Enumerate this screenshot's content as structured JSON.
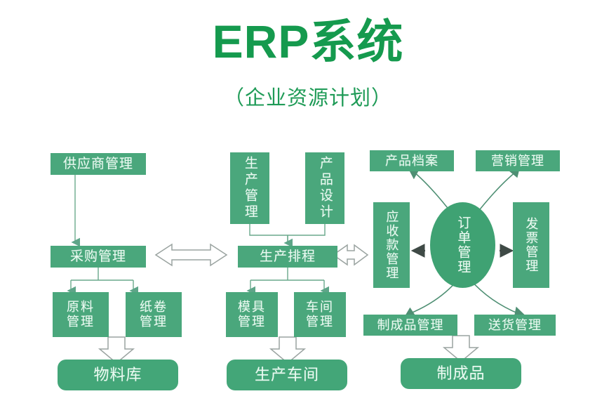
{
  "header": {
    "title": "ERP系统",
    "subtitle": "（企业资源计划）"
  },
  "colors": {
    "title_green": "#159a4e",
    "box_green": "#4aa77c",
    "box_rounded_green": "#43a678",
    "oval_green": "#3fa273",
    "line_gray_green": "#6aa98c",
    "arrow_outline": "#9aa3a0",
    "box_text": "#eafaf1",
    "background": "#ffffff"
  },
  "diagram": {
    "type": "flowchart",
    "columns": [
      {
        "name": "procurement-column",
        "nodes": [
          {
            "id": "supplier-management",
            "label": "供应商管理",
            "shape": "rect",
            "orientation": "horizontal"
          },
          {
            "id": "purchase-management",
            "label": "采购管理",
            "shape": "rect",
            "orientation": "horizontal"
          },
          {
            "id": "raw-material-management",
            "label": "原料\n管理",
            "shape": "rect",
            "orientation": "horizontal"
          },
          {
            "id": "paper-roll-management",
            "label": "纸卷\n管理",
            "shape": "rect",
            "orientation": "horizontal"
          },
          {
            "id": "material-warehouse",
            "label": "物料库",
            "shape": "rounded",
            "orientation": "horizontal"
          }
        ]
      },
      {
        "name": "production-column",
        "nodes": [
          {
            "id": "production-management",
            "label": "生产管理",
            "shape": "rect",
            "orientation": "vertical"
          },
          {
            "id": "product-design",
            "label": "产品设计",
            "shape": "rect",
            "orientation": "vertical"
          },
          {
            "id": "production-scheduling",
            "label": "生产排程",
            "shape": "rect",
            "orientation": "horizontal"
          },
          {
            "id": "mold-management",
            "label": "模具\n管理",
            "shape": "rect",
            "orientation": "horizontal"
          },
          {
            "id": "workshop-management",
            "label": "车间\n管理",
            "shape": "rect",
            "orientation": "horizontal"
          },
          {
            "id": "production-workshop",
            "label": "生产车间",
            "shape": "rounded",
            "orientation": "horizontal"
          }
        ]
      },
      {
        "name": "order-column",
        "nodes": [
          {
            "id": "product-archive",
            "label": "产品档案",
            "shape": "rect",
            "orientation": "horizontal"
          },
          {
            "id": "marketing-management",
            "label": "营销管理",
            "shape": "rect",
            "orientation": "horizontal"
          },
          {
            "id": "receivables-management",
            "label": "应收款管理",
            "shape": "rect",
            "orientation": "vertical"
          },
          {
            "id": "order-management",
            "label": "订单管理",
            "shape": "oval",
            "orientation": "vertical"
          },
          {
            "id": "invoice-management",
            "label": "发票管理",
            "shape": "rect",
            "orientation": "vertical"
          },
          {
            "id": "finished-goods-management",
            "label": "制成品管理",
            "shape": "rect",
            "orientation": "horizontal"
          },
          {
            "id": "delivery-management",
            "label": "送货管理",
            "shape": "rect",
            "orientation": "horizontal"
          },
          {
            "id": "finished-goods",
            "label": "制成品",
            "shape": "rounded",
            "orientation": "horizontal"
          }
        ]
      }
    ],
    "connectors": [
      {
        "from": "supplier-management",
        "to": "purchase-management",
        "style": "thin-arrow-down"
      },
      {
        "from": "purchase-management",
        "to": "raw-material-management",
        "style": "thin-arrow-down"
      },
      {
        "from": "purchase-management",
        "to": "paper-roll-management",
        "style": "thin-arrow-down"
      },
      {
        "from": "raw-material-management",
        "to": "material-warehouse",
        "style": "hollow-block-arrow-down"
      },
      {
        "from": "production-management",
        "to": "production-scheduling",
        "style": "thin-arrow-down"
      },
      {
        "from": "product-design",
        "to": "production-scheduling",
        "style": "thin-arrow-down"
      },
      {
        "from": "production-scheduling",
        "to": "mold-management",
        "style": "thin-arrow-down"
      },
      {
        "from": "production-scheduling",
        "to": "workshop-management",
        "style": "thin-arrow-down"
      },
      {
        "from": "mold-management",
        "to": "production-workshop",
        "style": "hollow-block-arrow-down"
      },
      {
        "from": "purchase-management",
        "to": "production-scheduling",
        "style": "hollow-block-double-arrow"
      },
      {
        "from": "production-scheduling",
        "to": "receivables-management",
        "style": "hollow-block-double-arrow"
      },
      {
        "from": "order-management",
        "to": "receivables-management",
        "style": "solid-double-arrow"
      },
      {
        "from": "order-management",
        "to": "invoice-management",
        "style": "solid-double-arrow"
      },
      {
        "from": "order-management",
        "to": "product-archive",
        "style": "curved-arrow"
      },
      {
        "from": "order-management",
        "to": "marketing-management",
        "style": "curved-arrow"
      },
      {
        "from": "order-management",
        "to": "finished-goods-management",
        "style": "curved-arrow"
      },
      {
        "from": "order-management",
        "to": "delivery-management",
        "style": "curved-arrow"
      },
      {
        "from": "finished-goods-management",
        "to": "finished-goods",
        "style": "hollow-block-arrow-down"
      }
    ]
  }
}
